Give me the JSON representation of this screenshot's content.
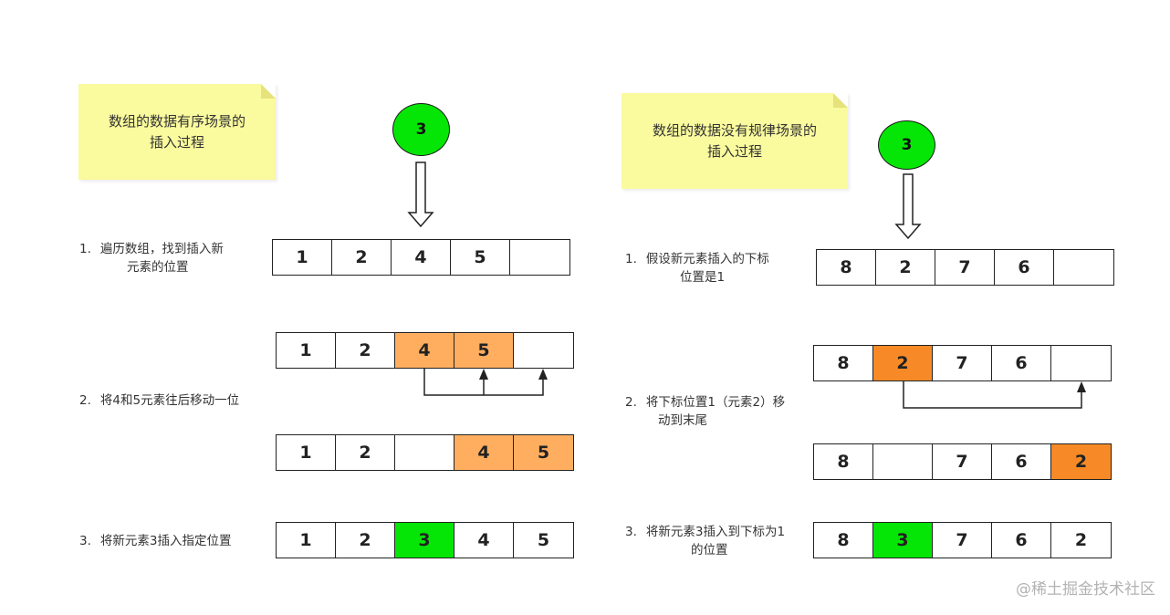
{
  "left": {
    "note": {
      "line1": "数组的数据有序场景的",
      "line2": "插入过程"
    },
    "new_element": "3",
    "steps": [
      {
        "num": "1.",
        "line1": "遍历数组，找到插入新",
        "line2": "元素的位置"
      },
      {
        "num": "2.",
        "line1": "将4和5元素往后移动一位",
        "line2": ""
      },
      {
        "num": "3.",
        "line1": "将新元素3插入指定位置",
        "line2": ""
      }
    ],
    "rows": [
      [
        "1",
        "2",
        "4",
        "5",
        ""
      ],
      [
        "1",
        "2",
        "4",
        "5",
        ""
      ],
      [
        "1",
        "2",
        "",
        "4",
        "5"
      ],
      [
        "1",
        "2",
        "3",
        "4",
        "5"
      ]
    ]
  },
  "right": {
    "note": {
      "line1": "数组的数据没有规律场景的",
      "line2": "插入过程"
    },
    "new_element": "3",
    "steps": [
      {
        "num": "1.",
        "line1": "假设新元素插入的下标",
        "line2": "位置是1"
      },
      {
        "num": "2.",
        "line1": "将下标位置1（元素2）移",
        "line2": "动到末尾"
      },
      {
        "num": "3.",
        "line1": "将新元素3插入到下标为1",
        "line2": "的位置"
      }
    ],
    "rows": [
      [
        "8",
        "2",
        "7",
        "6",
        ""
      ],
      [
        "8",
        "2",
        "7",
        "6",
        ""
      ],
      [
        "8",
        "",
        "7",
        "6",
        "2"
      ],
      [
        "8",
        "3",
        "7",
        "6",
        "2"
      ]
    ]
  },
  "colors": {
    "note_bg": "#fafa9e",
    "highlight_orange": "#ffae60",
    "highlight_dark_orange": "#f78a27",
    "highlight_green": "#06e606"
  },
  "watermark": "@稀土掘金技术社区"
}
